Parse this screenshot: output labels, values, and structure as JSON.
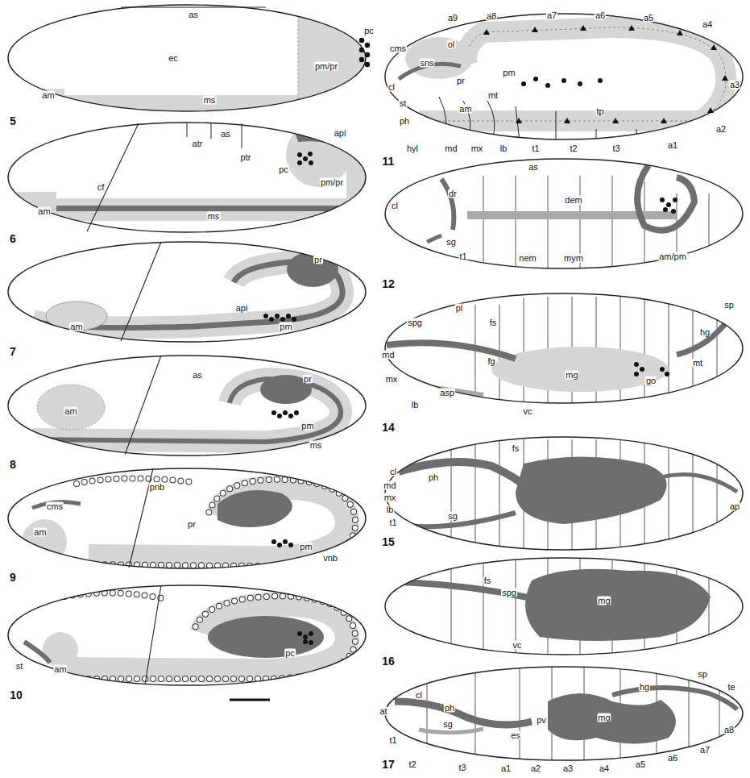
{
  "diagram": {
    "labels": [
      "as",
      "ec",
      "pm/pr",
      "pc",
      "am",
      "ms",
      "5",
      "api",
      "atr",
      "as",
      "ptr",
      "pc",
      "pm/pr",
      "cf",
      "am",
      "ms",
      "6",
      "pr",
      "api",
      "pm",
      "am",
      "7",
      "as",
      "pr",
      "pm",
      "am",
      "ms",
      "8",
      "cms",
      "pnb",
      "pr",
      "am",
      "pm",
      "vnb",
      "9",
      "pc",
      "st",
      "am",
      "10",
      "a9",
      "a8",
      "a7",
      "a6",
      "a5",
      "a4",
      "cms",
      "ol",
      "sns",
      "cl",
      "pr",
      "pm",
      "mt",
      "st",
      "am",
      "tp",
      "a3",
      "ph",
      "hyl",
      "md",
      "mx",
      "lb",
      "t1",
      "t2",
      "t3",
      "a1",
      "a2",
      "11",
      "as",
      "cl",
      "dr",
      "dem",
      "sg",
      "t1",
      "nem",
      "mym",
      "am/pm",
      "12",
      "pl",
      "spg",
      "fs",
      "sp",
      "hg",
      "md",
      "fg",
      "mg",
      "go",
      "mt",
      "mx",
      "asp",
      "lb",
      "vc",
      "14",
      "fs",
      "cl",
      "ph",
      "md",
      "mx",
      "lb",
      "t1",
      "sg",
      "ap",
      "15",
      "fs",
      "spg",
      "mg",
      "vc",
      "16",
      "sp",
      "te",
      "cl",
      "hg",
      "at",
      "ph",
      "mg",
      "sg",
      "pv",
      "es",
      "t1",
      "t2",
      "t3",
      "a1",
      "a2",
      "a3",
      "a4",
      "a5",
      "a6",
      "a7",
      "a8",
      "17"
    ]
  }
}
